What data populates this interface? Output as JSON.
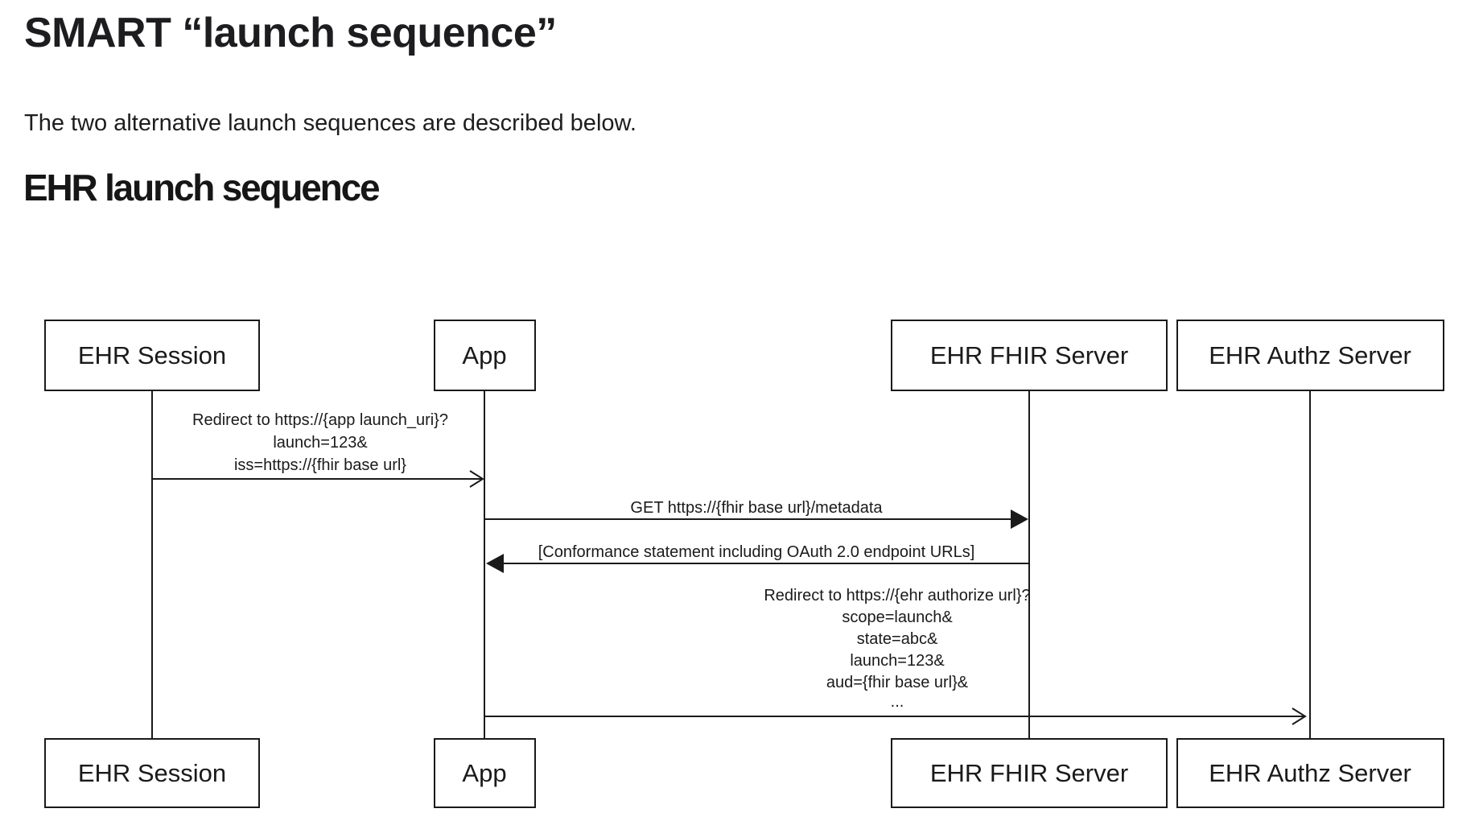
{
  "colors": {
    "background": "#ffffff",
    "text": "#1d1d1f",
    "diagram_ink": "#1a1a1a"
  },
  "header": {
    "title": "SMART “launch sequence”",
    "intro": "The two alternative launch sequences are described below.",
    "section_heading": "EHR launch sequence"
  },
  "diagram": {
    "type": "uml-sequence",
    "actors": [
      {
        "label": "EHR Session"
      },
      {
        "label": "App"
      },
      {
        "label": "EHR FHIR Server"
      },
      {
        "label": "EHR Authz Server"
      }
    ],
    "messages": [
      {
        "from": "EHR Session",
        "to": "App",
        "arrow": "open",
        "lines": [
          "Redirect to https://{app launch_uri}?",
          "launch=123&",
          "iss=https://{fhir base url}"
        ]
      },
      {
        "from": "App",
        "to": "EHR FHIR Server",
        "arrow": "solid",
        "lines": [
          "GET https://{fhir base url}/metadata"
        ]
      },
      {
        "from": "EHR FHIR Server",
        "to": "App",
        "arrow": "solid",
        "lines": [
          "[Conformance statement including OAuth 2.0 endpoint URLs]"
        ]
      },
      {
        "from": "App",
        "to": "EHR Authz Server",
        "arrow": "open",
        "lines": [
          "Redirect to https://{ehr authorize url}?",
          "scope=launch&",
          "state=abc&",
          "launch=123&",
          "aud={fhir base url}&",
          "..."
        ]
      }
    ]
  }
}
